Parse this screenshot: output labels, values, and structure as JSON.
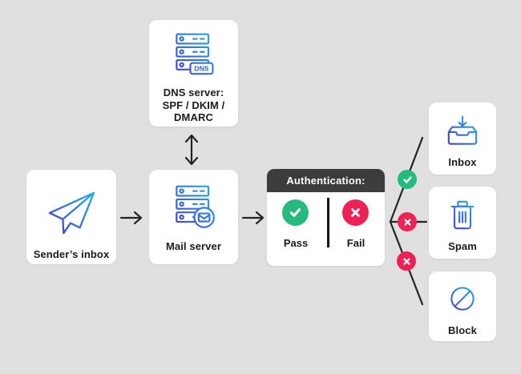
{
  "palette": {
    "background": "#e0e0e0",
    "card": "#ffffff",
    "text": "#1b1b1d",
    "line": "#242424",
    "green": "#27ba7d",
    "pink": "#ee2157",
    "header_bg": "#3c3c3f",
    "header_text": "#ffffff",
    "icon_gradient_start": "#4a38d0",
    "icon_gradient_end": "#22b3ea",
    "dns_badge_text": "#2a5ce0"
  },
  "nodes": {
    "dns_server": {
      "icon": "dns-server-icon",
      "badge": "DNS",
      "line1": "DNS server:",
      "line2": "SPF / DKIM /",
      "line3": "DMARC"
    },
    "sender_inbox": {
      "icon": "paper-plane-icon",
      "label": "Sender’s inbox"
    },
    "mail_server": {
      "icon": "mail-server-icon",
      "label": "Mail server"
    },
    "authentication": {
      "header": "Authentication:",
      "pass": {
        "icon": "check-circle-icon",
        "label": "Pass"
      },
      "fail": {
        "icon": "x-circle-icon",
        "label": "Fail"
      }
    },
    "inbox": {
      "icon": "inbox-tray-icon",
      "label": "Inbox"
    },
    "spam": {
      "icon": "trash-icon",
      "label": "Spam"
    },
    "block": {
      "icon": "block-circle-icon",
      "label": "Block"
    }
  },
  "connectors": {
    "sender_to_mail": "arrow-right",
    "mail_to_auth": "arrow-right",
    "dns_to_mail": "arrow-vertical-double",
    "auth_to_inbox_badge": "check-badge",
    "auth_to_spam_badge": "x-badge",
    "auth_to_block_badge": "x-badge"
  }
}
